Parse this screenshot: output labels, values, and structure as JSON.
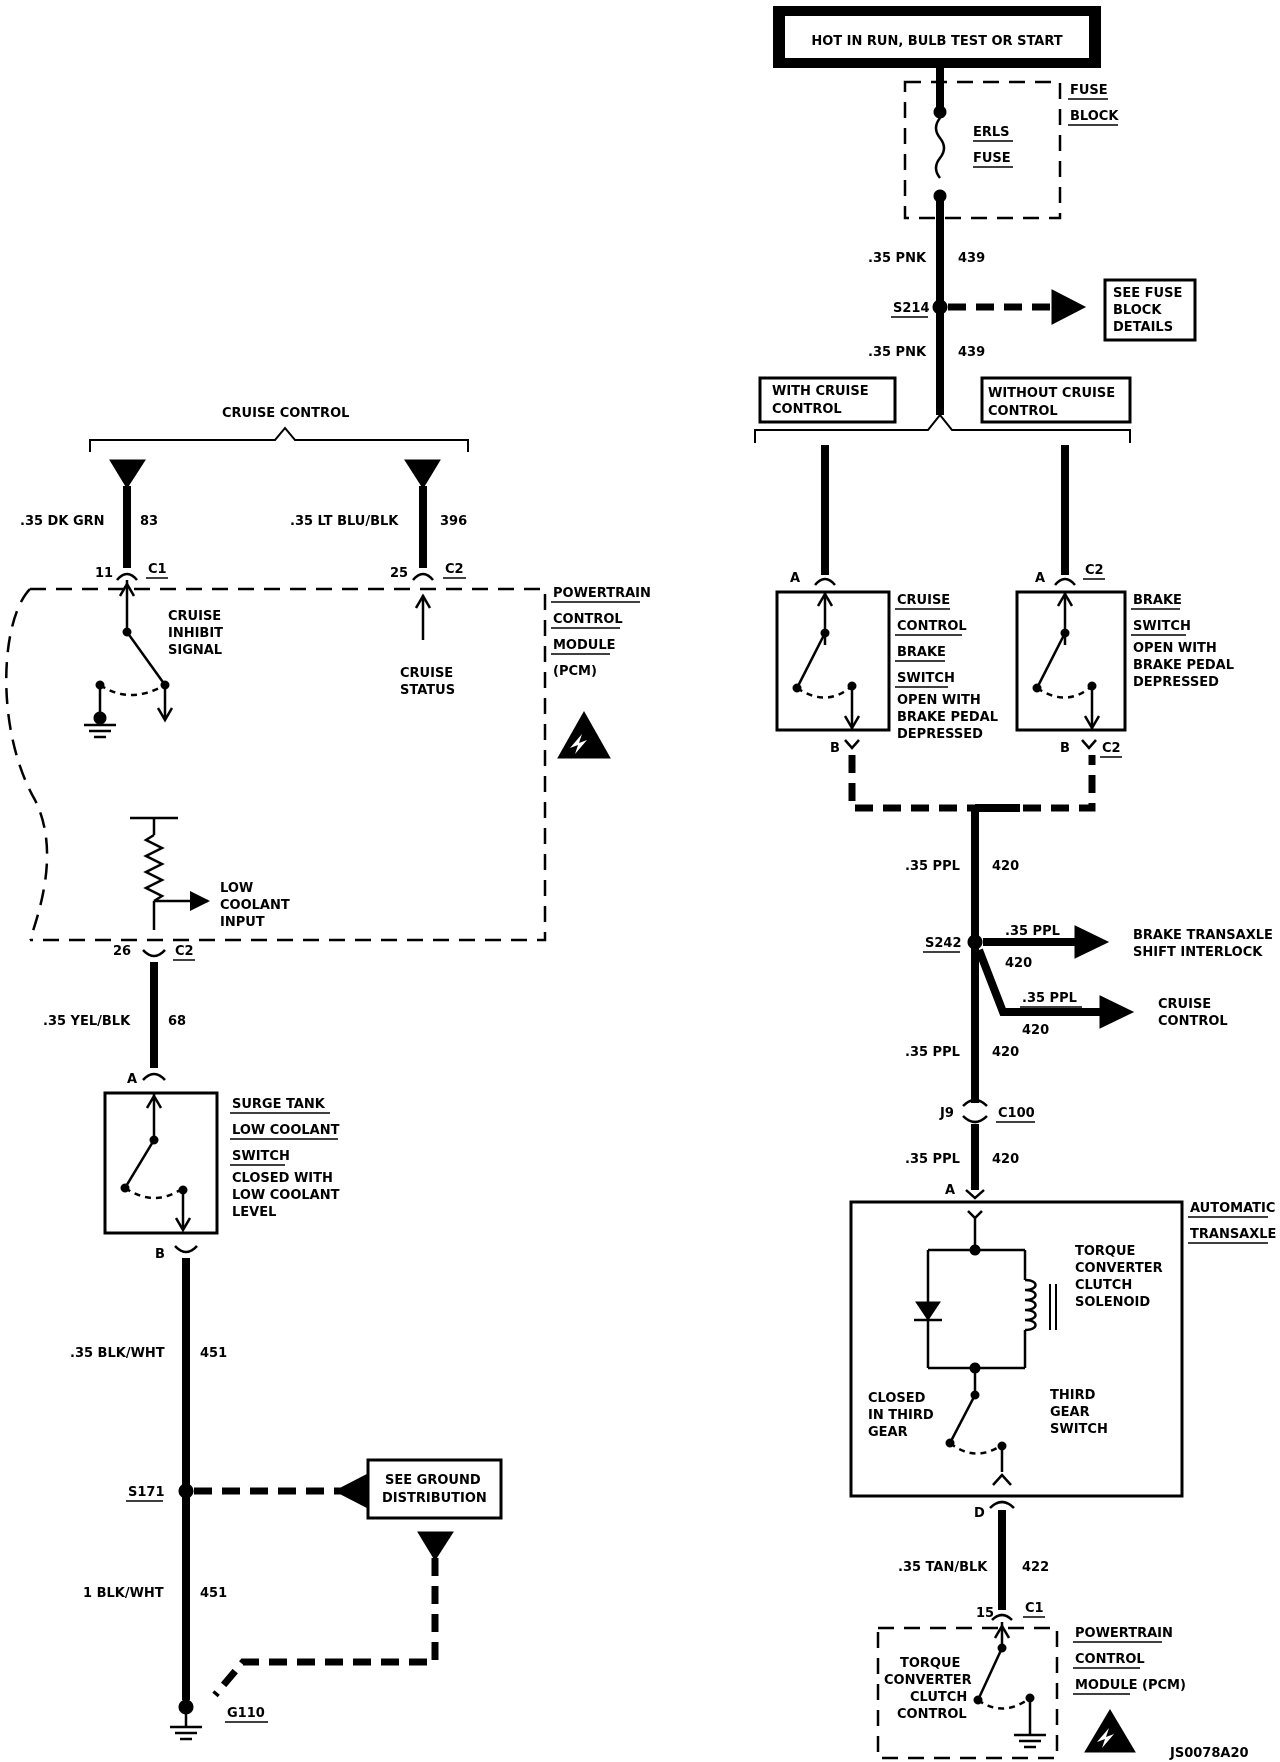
{
  "top_right": {
    "power_box": "HOT IN RUN, BULB TEST OR START",
    "fuse_block_label": [
      "FUSE",
      "BLOCK"
    ],
    "fuse_label": [
      "ERLS",
      "FUSE"
    ],
    "wire_439_top": {
      "gauge": ".35 PNK",
      "circuit": "439"
    },
    "splice_s214": "S214",
    "see_fuse_block": [
      "SEE FUSE",
      "BLOCK",
      "DETAILS"
    ],
    "wire_439_bottom": {
      "gauge": ".35 PNK",
      "circuit": "439"
    },
    "with_cruise": [
      "WITH CRUISE",
      "CONTROL"
    ],
    "without_cruise": [
      "WITHOUT CRUISE",
      "CONTROL"
    ]
  },
  "brake_switches": {
    "left": {
      "pin_a": "A",
      "pin_b": "B",
      "label": [
        "CRUISE",
        "CONTROL",
        "BRAKE",
        "SWITCH"
      ],
      "note": [
        "OPEN WITH",
        "BRAKE PEDAL",
        "DEPRESSED"
      ]
    },
    "right": {
      "pin_a": "A",
      "conn_a": "C2",
      "pin_b": "B",
      "conn_b": "C2",
      "label": [
        "BRAKE",
        "SWITCH"
      ],
      "note": [
        "OPEN WITH",
        "BRAKE PEDAL",
        "DEPRESSED"
      ]
    }
  },
  "ppl_section": {
    "wire_420_a": {
      "gauge": ".35 PPL",
      "circuit": "420"
    },
    "splice_s242": "S242",
    "branch1": {
      "gauge": ".35 PPL",
      "circuit": "420",
      "dest": [
        "BRAKE TRANSAXLE",
        "SHIFT INTERLOCK"
      ]
    },
    "branch2": {
      "gauge": ".35 PPL",
      "circuit": "420",
      "dest": [
        "CRUISE",
        "CONTROL"
      ]
    },
    "wire_420_b": {
      "gauge": ".35 PPL",
      "circuit": "420"
    },
    "conn_c100": {
      "pin": "J9",
      "conn": "C100"
    },
    "wire_420_c": {
      "gauge": ".35 PPL",
      "circuit": "420"
    }
  },
  "transaxle": {
    "pin_a": "A",
    "label": [
      "AUTOMATIC",
      "TRANSAXLE"
    ],
    "solenoid": [
      "TORQUE",
      "CONVERTER",
      "CLUTCH",
      "SOLENOID"
    ],
    "closed_note": [
      "CLOSED",
      "IN THIRD",
      "GEAR"
    ],
    "third_gear": [
      "THIRD",
      "GEAR",
      "SWITCH"
    ],
    "pin_d": "D"
  },
  "tcc_bottom": {
    "wire_422": {
      "gauge": ".35 TAN/BLK",
      "circuit": "422"
    },
    "pin": "15",
    "conn": "C1",
    "pcm_label": [
      "POWERTRAIN",
      "CONTROL",
      "MODULE (PCM)"
    ],
    "tcc_control": [
      "TORQUE",
      "CONVERTER",
      "CLUTCH",
      "CONTROL"
    ],
    "diagram_id": "JS0078A20"
  },
  "left_side": {
    "cruise_control": "CRUISE CONTROL",
    "wire_83": {
      "gauge": ".35 DK GRN",
      "circuit": "83"
    },
    "wire_396": {
      "gauge": ".35 LT BLU/BLK",
      "circuit": "396"
    },
    "pin_11": "11",
    "conn_c1": "C1",
    "pin_25": "25",
    "conn_c2": "C2",
    "pcm_label": [
      "POWERTRAIN",
      "CONTROL",
      "MODULE",
      "(PCM)"
    ],
    "cruise_inhibit": [
      "CRUISE",
      "INHIBIT",
      "SIGNAL"
    ],
    "cruise_status": [
      "CRUISE",
      "STATUS"
    ],
    "low_coolant_input": [
      "LOW",
      "COOLANT",
      "INPUT"
    ],
    "pin_26": "26",
    "conn_c2_b": "C2",
    "wire_68": {
      "gauge": ".35 YEL/BLK",
      "circuit": "68"
    },
    "surge_pin_a": "A",
    "surge_label": [
      "SURGE TANK",
      "LOW COOLANT",
      "SWITCH"
    ],
    "surge_note": [
      "CLOSED WITH",
      "LOW COOLANT",
      "LEVEL"
    ],
    "surge_pin_b": "B",
    "wire_451_a": {
      "gauge": ".35 BLK/WHT",
      "circuit": "451"
    },
    "splice_s171": "S171",
    "see_ground": [
      "SEE GROUND",
      "DISTRIBUTION"
    ],
    "wire_451_b": {
      "gauge": "1 BLK/WHT",
      "circuit": "451"
    },
    "ground_g110": "G110"
  }
}
